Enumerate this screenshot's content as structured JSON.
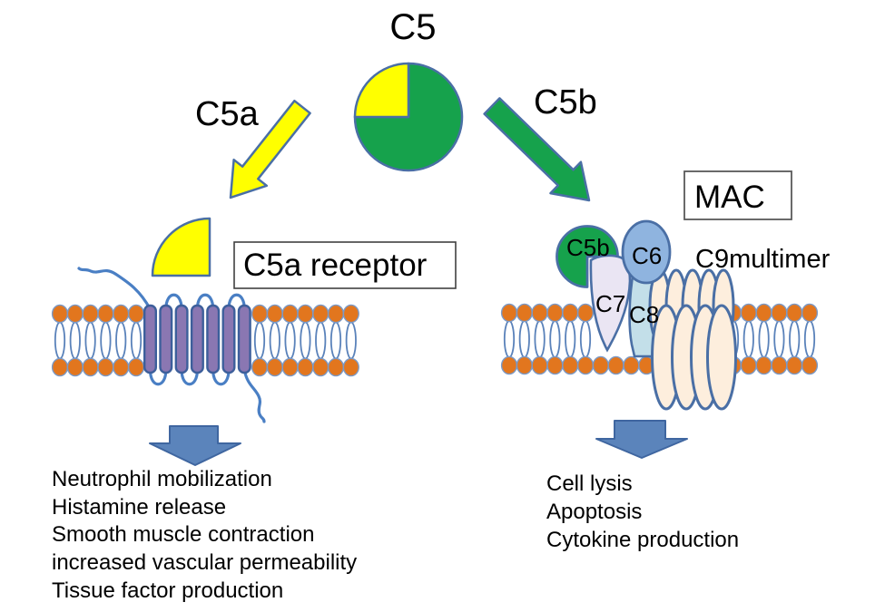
{
  "labels": {
    "c5": "C5",
    "c5a": "C5a",
    "c5b": "C5b",
    "receptor_box": "C5a receptor",
    "mac_box": "MAC",
    "mac_c5b": "C5b",
    "mac_c6": "C6",
    "mac_c7": "C7",
    "mac_c8": "C8",
    "c9multimer": "C9multimer"
  },
  "effects_left": [
    "Neutrophil mobilization",
    "Histamine release",
    "Smooth muscle contraction",
    "increased vascular permeability",
    "Tissue factor production"
  ],
  "effects_right": [
    "Cell lysis",
    "Apoptosis",
    "Cytokine production"
  ],
  "colors": {
    "green": "#16a24c",
    "yellow": "#ffff00",
    "slate_border": "#4a6fa5",
    "membrane_head_orange": "#e2761e",
    "helix_purple": "#8a77b2",
    "loop_blue": "#4a7fc4",
    "arrow_blue": "#5b84bb",
    "arrow_blue_border": "#3f66a0",
    "c6_blue": "#8fb4df",
    "c7_lavender": "#eae5f3",
    "c8_lightblue": "#c3dfe9",
    "c9_peach": "#fdeedd"
  }
}
